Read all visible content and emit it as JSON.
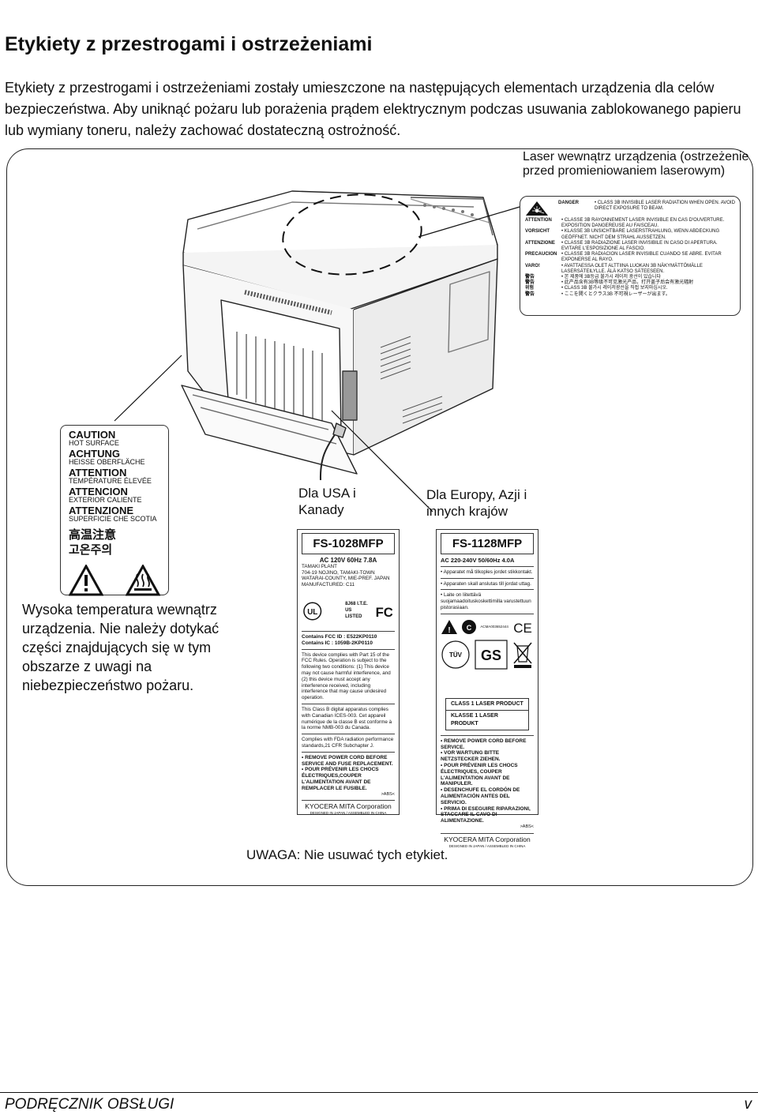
{
  "page": {
    "title": "Etykiety z przestrogami i ostrzeżeniami",
    "intro": "Etykiety z przestrogami i ostrzeżeniami zostały umieszczone na następujących elementach urządzenia dla celów bezpieczeństwa. Aby uniknąć pożaru lub porażenia prądem elektrycznym podczas usuwania zablokowanego papieru lub wymiany toneru, należy zachować dostateczną ostrożność.",
    "laser_caption": "Laser wewnątrz urządzenia (ostrzeżenie przed promieniowaniem laserowym)",
    "usa_caption": "Dla USA i Kanady",
    "europe_caption": "Dla Europy, Azji i innych krajów",
    "heat_caption": "Wysoka temperatura wewnątrz urządzenia. Nie należy dotykać części znajdujących się w tym obszarze z uwagi na niebezpieczeństwo pożaru.",
    "note": "UWAGA: Nie usuwać tych etykiet.",
    "footer_left": "PODRĘCZNIK OBSŁUGI",
    "footer_right": "v"
  },
  "laser_label": {
    "rows": [
      {
        "k": "DANGER",
        "v": "• CLASS 3B INVISIBLE LASER RADIATION WHEN OPEN. AVOID DIRECT EXPOSURE TO BEAM."
      },
      {
        "k": "ATTENTION",
        "v": "• CLASSE 3B RAYONNEMENT LASER INVISIBLE EN CAS D'OUVERTURE. EXPOSITION DANGEREUSE AU FAISCEAU."
      },
      {
        "k": "VORSICHT",
        "v": "• KLASSE 3B UNSICHTBARE LASERSTRAHLUNG, WENN ABDECKUNG GEÖFFNET. NICHT DEM STRAHL AUSSETZEN."
      },
      {
        "k": "ATTENZIONE",
        "v": "• CLASSE 3B RADIAZIONE LASER INVISIBILE IN CASO DI APERTURA. EVITARE L'ESPOSIZIONE AL FASCIO."
      },
      {
        "k": "PRECAUCION",
        "v": "• CLASSE 3B RADIACION LASER INVISIBLE CUANDO SE ABRE. EVITAR EXPONERSE AL RAYO."
      },
      {
        "k": "VARO!",
        "v": "• AVATTAESSA OLET ALTTIINA LUOKAN 3B NÄKYMÄTTÖMÄLLE LASERSÄTEILYLLE. ÄLÄ KATSO SÄTEESEEN."
      },
      {
        "k": "警告",
        "v": "• 본 제품에 3B등급 불가시 레이저 광선이 있습니다"
      },
      {
        "k": "警告",
        "v": "• 此产品含有3B等级不可见激光产品，打开盖子后会有激光辐射"
      },
      {
        "k": "위험",
        "v": "• CLASS 3B 불가시 레이저광선을 직접 보지마십시오."
      },
      {
        "k": "警告",
        "v": "• ここを開くとクラス3B 不可視レーザーが出ます。"
      }
    ]
  },
  "caution_label": {
    "w1": "CAUTION",
    "s1": "HOT SURFACE",
    "w2": "ACHTUNG",
    "s2": "HEISSE OBERFLÄCHE",
    "w3": "ATTENTION",
    "s3": "TEMPÉRATURE ÉLEVÉE",
    "w4": "ATTENCION",
    "s4": "EXTERIOR CALIENTE",
    "w5": "ATTENZIONE",
    "s5": "SUPERFICIE CHE SCOTIA",
    "j1": "高温注意",
    "k1": "고온주의"
  },
  "us_label": {
    "model": "FS-1028MFP",
    "rating": "AC 120V  60Hz 7.8A",
    "plant": "TAMAKI PLANT",
    "addr1": "704-19 NOJINO, TAMAKI-TOWN",
    "addr2": "WATARAI-COUNTY, MIE-PREF. JAPAN",
    "manufactured": "MANUFACTURED:  C11",
    "ite": "8J68 I.T.E. US LISTED",
    "fcc1": "Contains FCC ID : E522KP0110",
    "fcc2": "Contains IC : 1059B-2KP0110",
    "fcc_text": "This device complies with Part 15 of the FCC Rules. Operation is subject to the following two conditions: (1) This device may not cause harmful interference, and (2) this device must accept any interference received, including interference that may cause undesired operation.",
    "ices": "This Class B digital apparatus complies with Canadian ICES-003. Cet appareil numérique de la classe B est conforme à la norme NMB-003 du Canada.",
    "fda": "Complies with FDA radiation performance standards,21 CFR Subchapter J.",
    "warn1": "• REMOVE POWER CORD BEFORE SERVICE AND FUSE REPLACEMENT.",
    "warn2": "• POUR PRÉVENIR LES CHOCS ÉLECTRIQUES,COUPER L'ALIMENTATION AVANT DE REMPLACER LE FUSIBLE.",
    "abs": ">ABS<",
    "maker": "KYOCERA MITA Corporation",
    "designed": "DESIGNED IN JAPAN / ASSEMBLED IN CHINA"
  },
  "eu_label": {
    "model": "FS-1128MFP",
    "rating": "AC 220-240V  50/60Hz 4.0A",
    "b1": "• Apparatet må tilkoples jordet stikkontakt.",
    "b2": "• Apparaten skall anslutas till jordat uttag.",
    "b3": "• Laite on liitettävä suojamaadoituskoskettimilla varustettuun pistorasiaan.",
    "acma": "ACMA003652444",
    "class1a": "CLASS 1 LASER PRODUCT",
    "class1b": "KLASSE 1 LASER PRODUKT",
    "w1": "• REMOVE POWER CORD BEFORE SERVICE.",
    "w2": "• VOR WARTUNG BITTE NETZSTECKER ZIEHEN.",
    "w3": "• POUR PRÉVENIR LES CHOCS ÉLECTRIQUES, COUPER L'ALIMENTATION AVANT DE MANIPULER.",
    "w4": "• DESENCHUFE EL CORDÓN DE ALIMENTACIÓN ANTES DEL SERVICIO.",
    "w5": "• PRIMA DI ESEGUIRE RIPARAZIONI, STACCARE IL CAVO DI ALIMENTAZIONE.",
    "abs": ">ABS<",
    "maker": "KYOCERA MITA Corporation",
    "designed": "DESIGNED IN JAPAN / ASSEMBLED IN CHINA"
  }
}
